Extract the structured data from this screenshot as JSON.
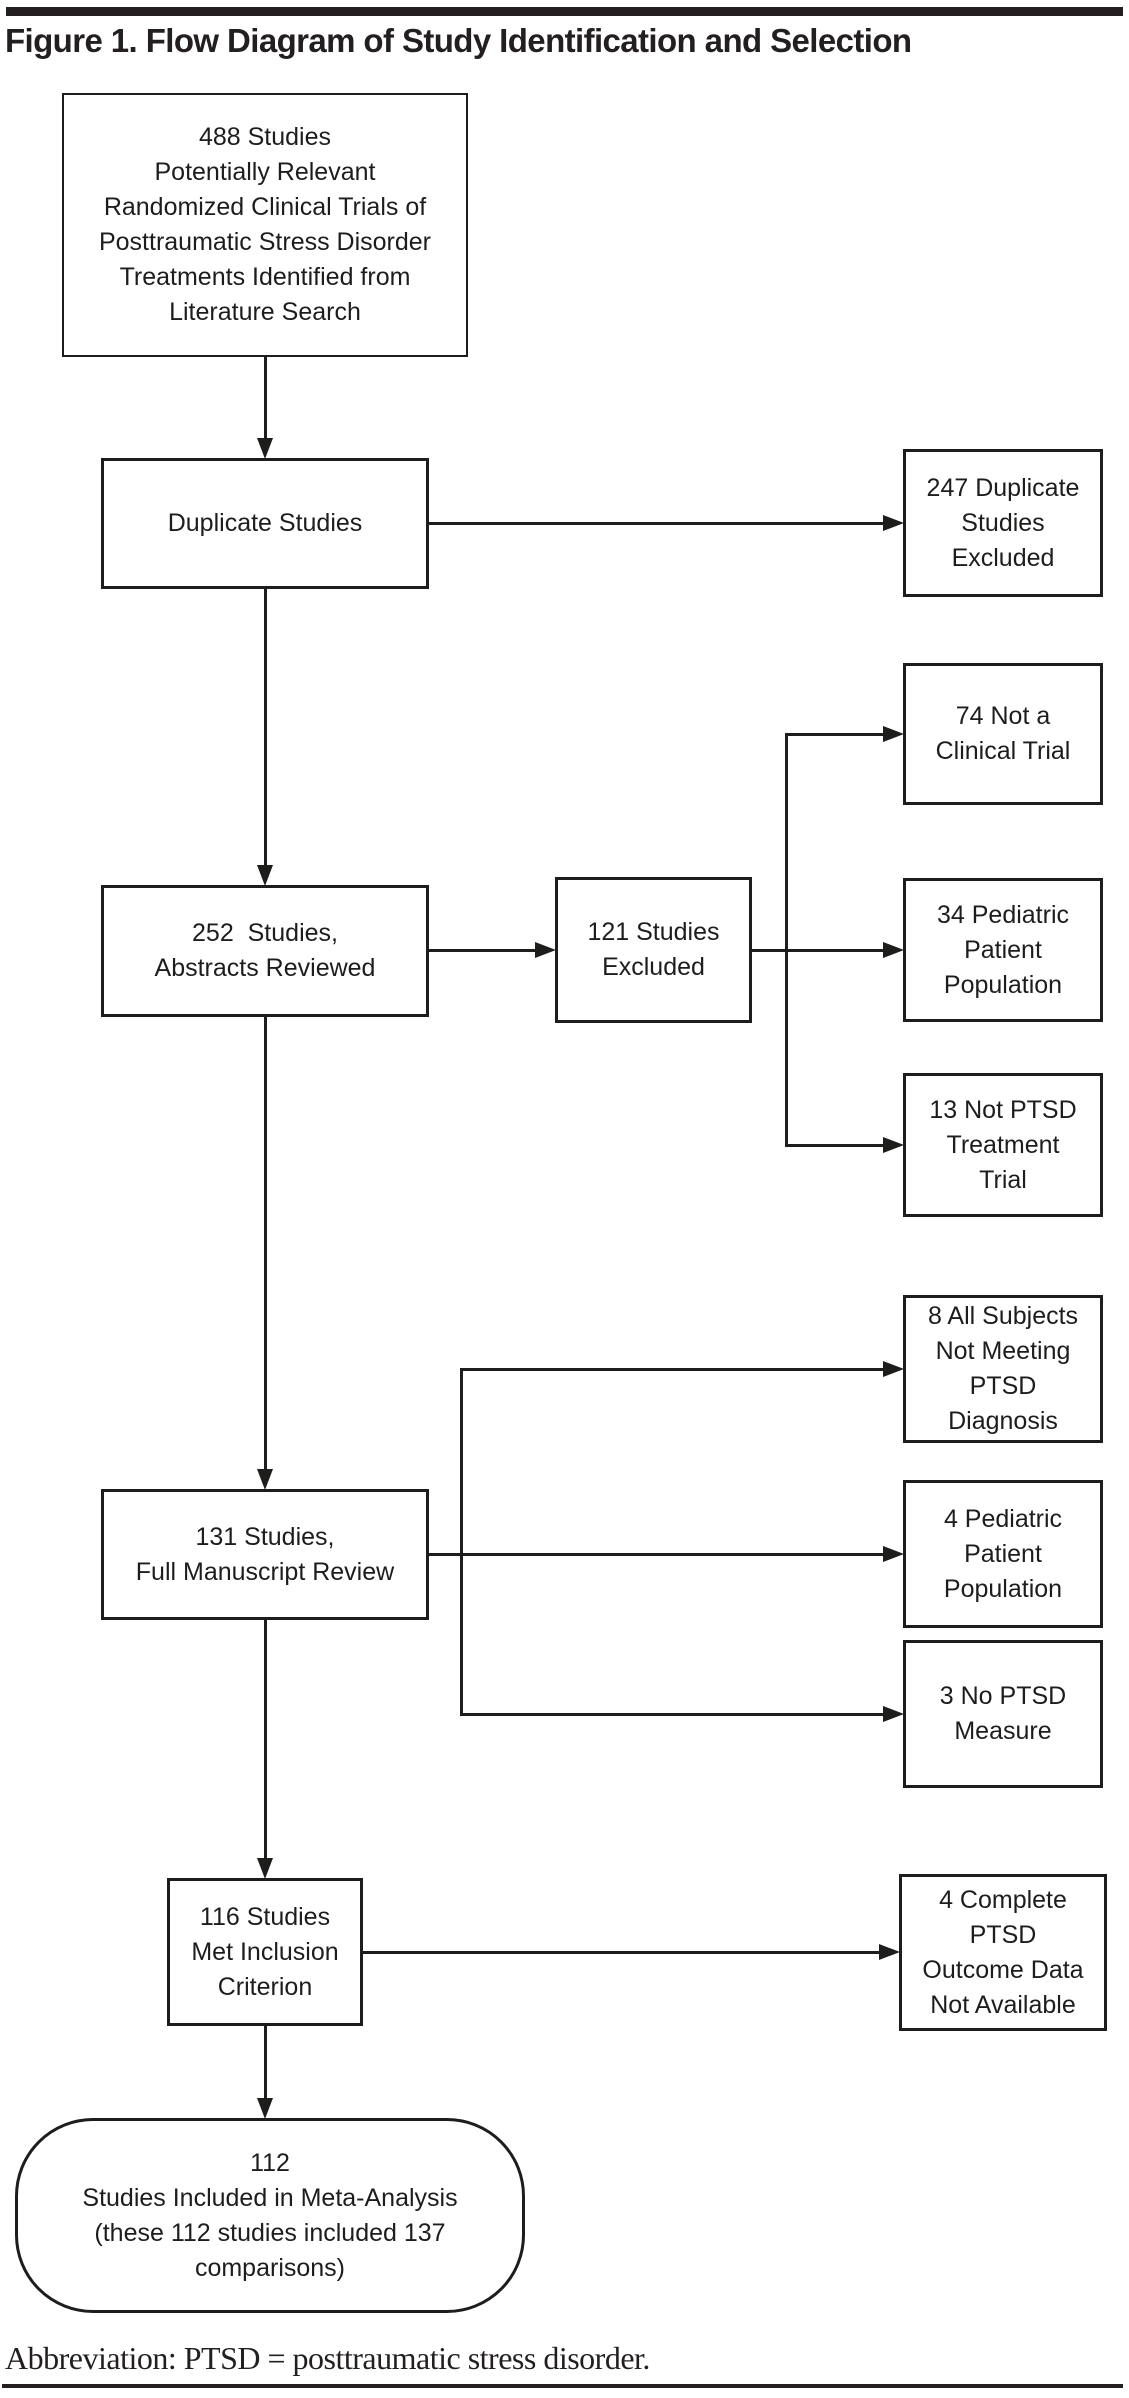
{
  "figure": {
    "title": "Figure 1. Flow Diagram of Study Identification and Selection",
    "footnote": "Abbreviation: PTSD = posttraumatic stress disorder.",
    "ink_color": "#1d1d1b",
    "background_color": "#ffffff"
  },
  "nodes": {
    "studies_488": {
      "lines": [
        "488 Studies",
        "Potentially Relevant",
        "Randomized Clinical Trials of",
        "Posttraumatic Stress Disorder",
        "Treatments Identified from",
        "Literature Search"
      ]
    },
    "duplicate_studies": {
      "lines": [
        "Duplicate Studies"
      ]
    },
    "duplicates_excluded_247": {
      "lines": [
        "247 Duplicate",
        "Studies",
        "Excluded"
      ]
    },
    "not_clinical_trial_74": {
      "lines": [
        "74 Not a",
        "Clinical Trial"
      ]
    },
    "abstracts_reviewed_252": {
      "lines": [
        "252  Studies,",
        "Abstracts Reviewed"
      ]
    },
    "studies_excluded_121": {
      "lines": [
        "121 Studies",
        "Excluded"
      ]
    },
    "pediatric_population_34": {
      "lines": [
        "34 Pediatric",
        "Patient",
        "Population"
      ]
    },
    "not_ptsd_treatment_13": {
      "lines": [
        "13 Not PTSD",
        "Treatment",
        "Trial"
      ]
    },
    "not_meeting_diagnosis_8": {
      "lines": [
        "8 All Subjects",
        "Not Meeting",
        "PTSD",
        "Diagnosis"
      ]
    },
    "full_manuscript_131": {
      "lines": [
        "131 Studies,",
        "Full Manuscript Review"
      ]
    },
    "pediatric_population_4": {
      "lines": [
        "4 Pediatric",
        "Patient",
        "Population"
      ]
    },
    "no_ptsd_measure_3": {
      "lines": [
        "3 No PTSD",
        "Measure"
      ]
    },
    "met_inclusion_116": {
      "lines": [
        "116 Studies",
        "Met Inclusion",
        "Criterion"
      ]
    },
    "outcome_unavailable_4": {
      "lines": [
        "4 Complete",
        "PTSD",
        "Outcome Data",
        "Not Available"
      ]
    },
    "meta_analysis_112": {
      "lines": [
        "112",
        "Studies Included in Meta-Analysis",
        "(these 112 studies included 137",
        "comparisons)"
      ]
    }
  },
  "edges": [
    {
      "from": "studies_488",
      "to": "duplicate_studies"
    },
    {
      "from": "duplicate_studies",
      "to": "duplicates_excluded_247"
    },
    {
      "from": "duplicate_studies",
      "to": "abstracts_reviewed_252"
    },
    {
      "from": "abstracts_reviewed_252",
      "to": "studies_excluded_121"
    },
    {
      "from": "studies_excluded_121",
      "to": "not_clinical_trial_74"
    },
    {
      "from": "studies_excluded_121",
      "to": "pediatric_population_34"
    },
    {
      "from": "studies_excluded_121",
      "to": "not_ptsd_treatment_13"
    },
    {
      "from": "abstracts_reviewed_252",
      "to": "full_manuscript_131"
    },
    {
      "from": "full_manuscript_131",
      "to": "not_meeting_diagnosis_8"
    },
    {
      "from": "full_manuscript_131",
      "to": "pediatric_population_4"
    },
    {
      "from": "full_manuscript_131",
      "to": "no_ptsd_measure_3"
    },
    {
      "from": "full_manuscript_131",
      "to": "met_inclusion_116"
    },
    {
      "from": "met_inclusion_116",
      "to": "outcome_unavailable_4"
    },
    {
      "from": "met_inclusion_116",
      "to": "meta_analysis_112"
    }
  ]
}
